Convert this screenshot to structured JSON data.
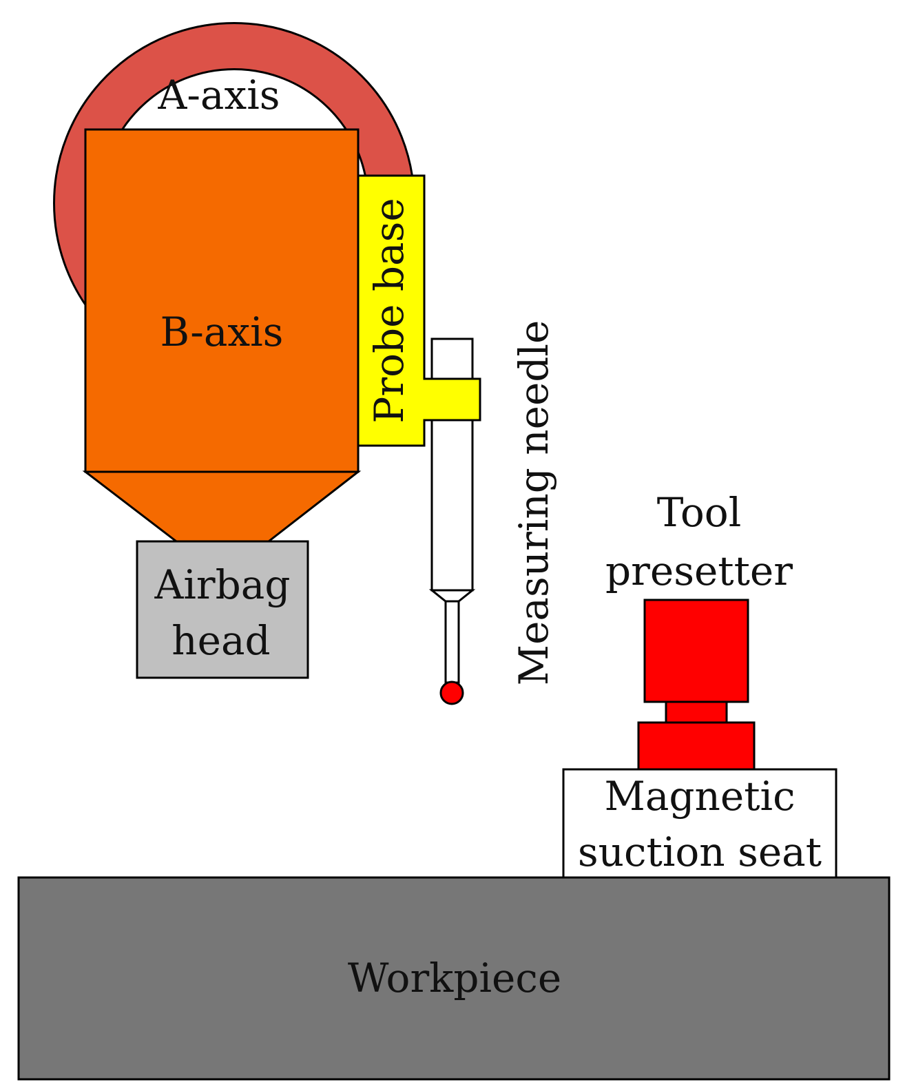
{
  "labels": {
    "a_axis": "A-axis",
    "b_axis": "B-axis",
    "probe_base": "Probe base",
    "measuring_needle": "Measuring needle",
    "airbag_head_line1": "Airbag",
    "airbag_head_line2": "head",
    "tool_presetter_line1": "Tool",
    "tool_presetter_line2": "presetter",
    "magnetic_seat_line1": "Magnetic",
    "magnetic_seat_line2": "suction seat",
    "workpiece": "Workpiece"
  },
  "colors": {
    "a_axis_ring": "#dc5248",
    "b_axis_body": "#f56a00",
    "probe_base": "#ffff00",
    "airbag_head": "#c0c0c0",
    "tool_presetter": "#ff0000",
    "probe_tip": "#ff0000",
    "workpiece": "#777777",
    "outline": "#000000",
    "background": "#ffffff"
  }
}
